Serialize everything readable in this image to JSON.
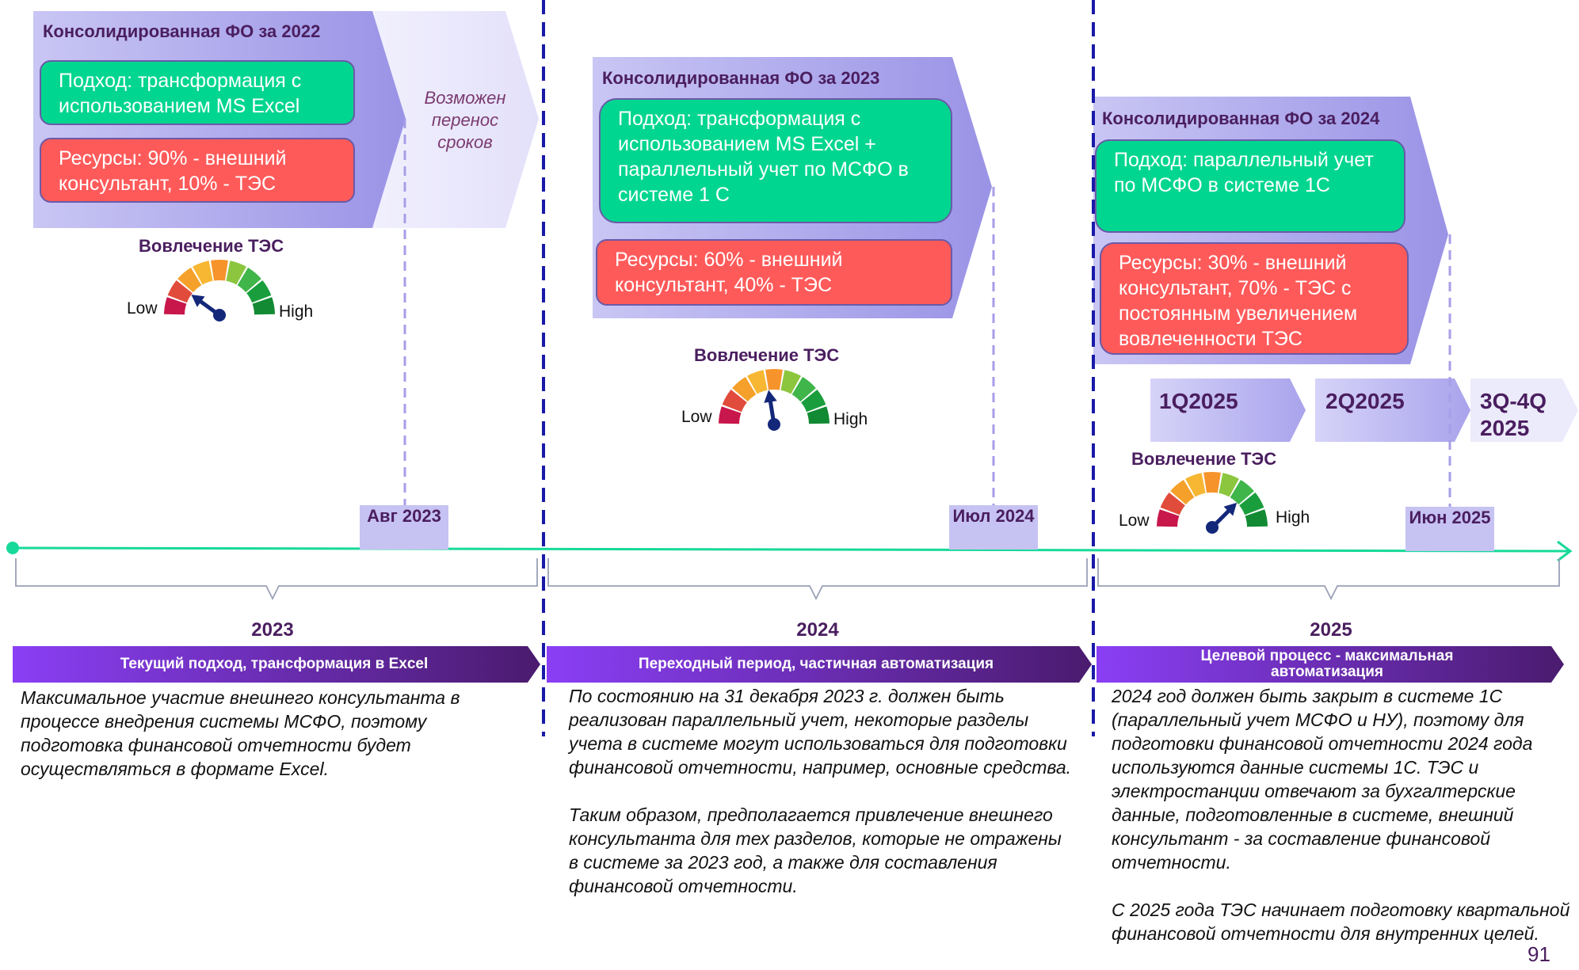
{
  "colors": {
    "chevron_fill": "#a09ae8",
    "chevron_light": "#eceafc",
    "green_box": "#00d68f",
    "red_box": "#ff5a5a",
    "timeline": "#17d99a",
    "divider": "#1a1aa8",
    "banner": "#7b2ff2",
    "title_text": "#4a1e5f"
  },
  "periods": [
    {
      "title": "Консолидированная ФО за 2022",
      "approach": "Подход: трансформация с использованием MS Excel",
      "resources": "Ресурсы: 90% - внешний консультант, 10% - ТЭС",
      "note": "Возможен перенос сроков",
      "gauge": {
        "title": "Вовлечение ТЭС",
        "low": "Low",
        "high": "High",
        "level": 0.2
      },
      "milestone": "Авг 2023"
    },
    {
      "title": "Консолидированная ФО за 2023",
      "approach": "Подход: трансформация с использованием MS Excel + параллельный учет по МСФО в системе 1 С",
      "resources": "Ресурсы: 60% - внешний консультант, 40% - ТЭС",
      "gauge": {
        "title": "Вовлечение ТЭС",
        "low": "Low",
        "high": "High",
        "level": 0.45
      },
      "milestone": "Июл 2024"
    },
    {
      "title": "Консолидированная ФО за 2024",
      "approach": "Подход: параллельный учет по МСФО в системе 1С",
      "resources": "Ресурсы: 30% - внешний консультант, 70% - ТЭС с постоянным увеличением вовлеченности ТЭС",
      "gauge": {
        "title": "Вовлечение ТЭС",
        "low": "Low",
        "high": "High",
        "level": 0.75
      },
      "milestone": "Июн 2025"
    }
  ],
  "quarters": [
    "1Q2025",
    "2Q2025",
    "3Q-4Q 2025"
  ],
  "years": [
    {
      "year": "2023",
      "banner": "Текущий подход, трансформация в Excel",
      "description": "Максимальное участие внешнего консультанта в процессе внедрения системы МСФО, поэтому подготовка финансовой отчетности будет осуществляться в формате Excel."
    },
    {
      "year": "2024",
      "banner": "Переходный период, частичная автоматизация",
      "description": "По состоянию на 31 декабря 2023 г. должен быть реализован параллельный учет, некоторые разделы учета в системе могут использоваться для подготовки финансовой отчетности, например, основные средства.\n\nТаким образом, предполагается привлечение внешнего консультанта для тех разделов, которые не отражены в системе за 2023 год, а также для составления финансовой отчетности."
    },
    {
      "year": "2025",
      "banner": "Целевой процесс - максимальная автоматизация",
      "description": "2024 год должен быть закрыт в системе 1С (параллельный  учет МСФО и НУ), поэтому для подготовки финансовой отчетности 2024 года используются данные системы 1С. ТЭС и электростанции отвечают за бухгалтерские данные, подготовленные в системе, внешний консультант - за составление финансовой отчетности.\n\nС 2025 года ТЭС начинает подготовку квартальной финансовой отчетности для внутренних целей."
    }
  ],
  "page_number": "91"
}
